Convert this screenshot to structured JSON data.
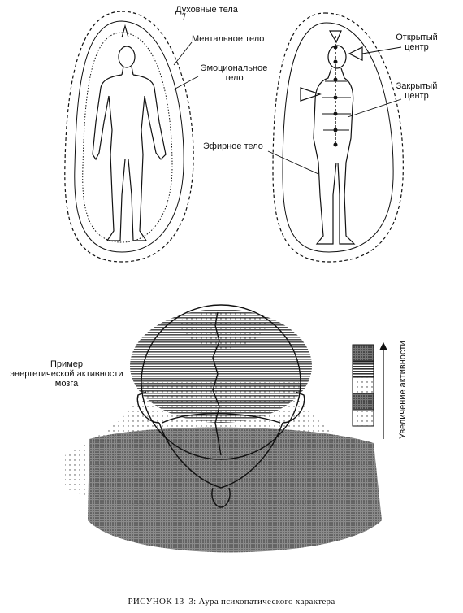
{
  "labels": {
    "spiritual": "Духовные тела",
    "mental": "Ментальное тело",
    "emotional_1": "Эмоциональное",
    "emotional_2": "тело",
    "etheric": "Эфирное тело",
    "open_1": "Открытый",
    "open_2": "центр",
    "closed_1": "Закрытый",
    "closed_2": "центр",
    "example_1": "Пример",
    "example_2": "энергетической активности",
    "example_3": "мозга",
    "activity": "Увеличение активности"
  },
  "caption": "РИСУНОК 13–3:  Аура психопатического характера"
}
